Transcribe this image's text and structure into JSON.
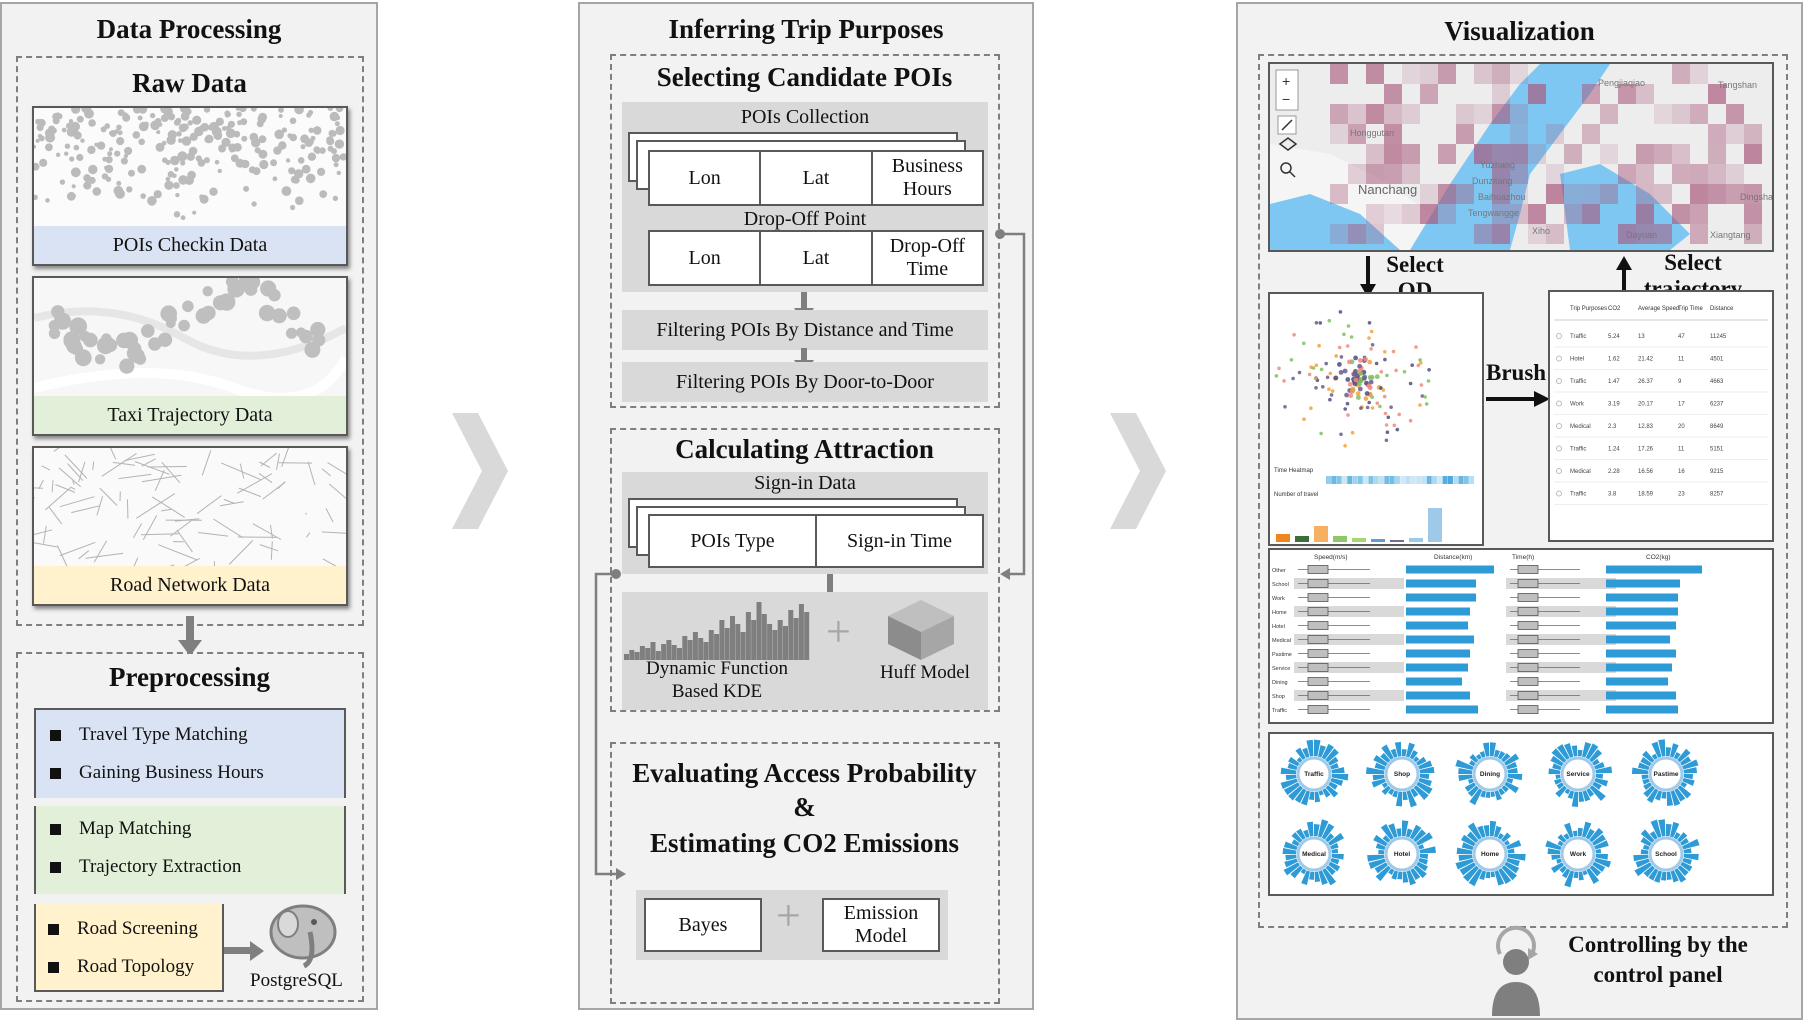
{
  "panels": {
    "left": {
      "title": "Data Processing",
      "raw": {
        "title": "Raw Data",
        "cards": [
          {
            "label": "POIs Checkin Data",
            "color": "#dae3f3"
          },
          {
            "label": "Taxi Trajectory Data",
            "color": "#e2f0d9"
          },
          {
            "label": "Road Network Data",
            "color": "#fff2cc"
          }
        ]
      },
      "pre": {
        "title": "Preprocessing",
        "groups": [
          {
            "color": "#dae3f3",
            "items": [
              "Travel Type Matching",
              "Gaining Business Hours"
            ]
          },
          {
            "color": "#e2f0d9",
            "items": [
              "Map Matching",
              "Trajectory Extraction"
            ]
          },
          {
            "color": "#fff2cc",
            "items": [
              "Road Screening",
              "Road Topology"
            ]
          }
        ],
        "db_label": "PostgreSQL"
      }
    },
    "middle": {
      "title": "Inferring Trip Purposes",
      "candidate": {
        "title": "Selecting Candidate POIs",
        "collection_label": "POIs Collection",
        "collection_fields": [
          "Lon",
          "Lat",
          "Business Hours"
        ],
        "dropoff_label": "Drop-Off Point",
        "dropoff_fields": [
          "Lon",
          "Lat",
          "Drop-Off Time"
        ],
        "filter1": "Filtering POIs By Distance and Time",
        "filter2": "Filtering POIs By Door-to-Door"
      },
      "attraction": {
        "title": "Calculating Attraction",
        "signin_label": "Sign-in Data",
        "signin_fields": [
          "POIs Type",
          "Sign-in Time"
        ],
        "kde_label": "Dynamic Function Based KDE",
        "plus": "+",
        "huff_label": "Huff Model"
      },
      "evaluate": {
        "title_line1": "Evaluating Access Probability",
        "title_line2": "&",
        "title_line3": "Estimating CO2 Emissions",
        "bayes": "Bayes",
        "plus": "+",
        "emission": "Emission Model"
      }
    },
    "right": {
      "title": "Visualization",
      "select_od": "Select OD",
      "select_traj": "Select trajectory",
      "brush": "Brush",
      "control": "Controlling by the control panel",
      "map_labels": [
        "Honggutan",
        "Nanchang",
        "Yuzhang",
        "Dunzitang",
        "Baihuazhou",
        "Tengwangge",
        "Pengjiaqiao",
        "Tangshan",
        "Dayuan",
        "Xiangtang",
        "Dingshan",
        "Xiho"
      ],
      "map_controls": [
        "+",
        "−"
      ],
      "scatter_labels": {
        "time_heatmap": "Time Heatmap",
        "number_of_travel": "Number of travel"
      },
      "table": {
        "headers": [
          "Trip Purposes",
          "CO2",
          "Average Speed",
          "Trip Time",
          "Distance"
        ],
        "rows": [
          [
            "Traffic",
            "5.24",
            "13",
            "47",
            "11245"
          ],
          [
            "Hotel",
            "1.62",
            "21.42",
            "11",
            "4501"
          ],
          [
            "Traffic",
            "1.47",
            "26.37",
            "9",
            "4663"
          ],
          [
            "Work",
            "3.19",
            "20.17",
            "17",
            "6237"
          ],
          [
            "Medical",
            "2.3",
            "12.83",
            "20",
            "8649"
          ],
          [
            "Traffic",
            "1.24",
            "17.26",
            "11",
            "5151"
          ],
          [
            "Medical",
            "2.28",
            "16.56",
            "16",
            "9215"
          ],
          [
            "Traffic",
            "3.8",
            "18.59",
            "23",
            "8257"
          ]
        ]
      },
      "boxplot": {
        "headers": [
          "Speed(m/s)",
          "Distance(km)",
          "Time(h)",
          "CO2(kg)"
        ],
        "categories": [
          "Other",
          "School",
          "Work",
          "Home",
          "Hotel",
          "Medical",
          "Pastime",
          "Service",
          "Dining",
          "Shop",
          "Traffic"
        ]
      },
      "radials": [
        "Traffic",
        "Shop",
        "Dining",
        "Service",
        "Pastime",
        "Medical",
        "Hotel",
        "Home",
        "Work",
        "School"
      ]
    }
  },
  "colors": {
    "accent_blue": "#2e9bd6",
    "panel_bg": "#f2f2f2",
    "gray_box": "#d9d9d9",
    "heat": "#a8577a"
  }
}
